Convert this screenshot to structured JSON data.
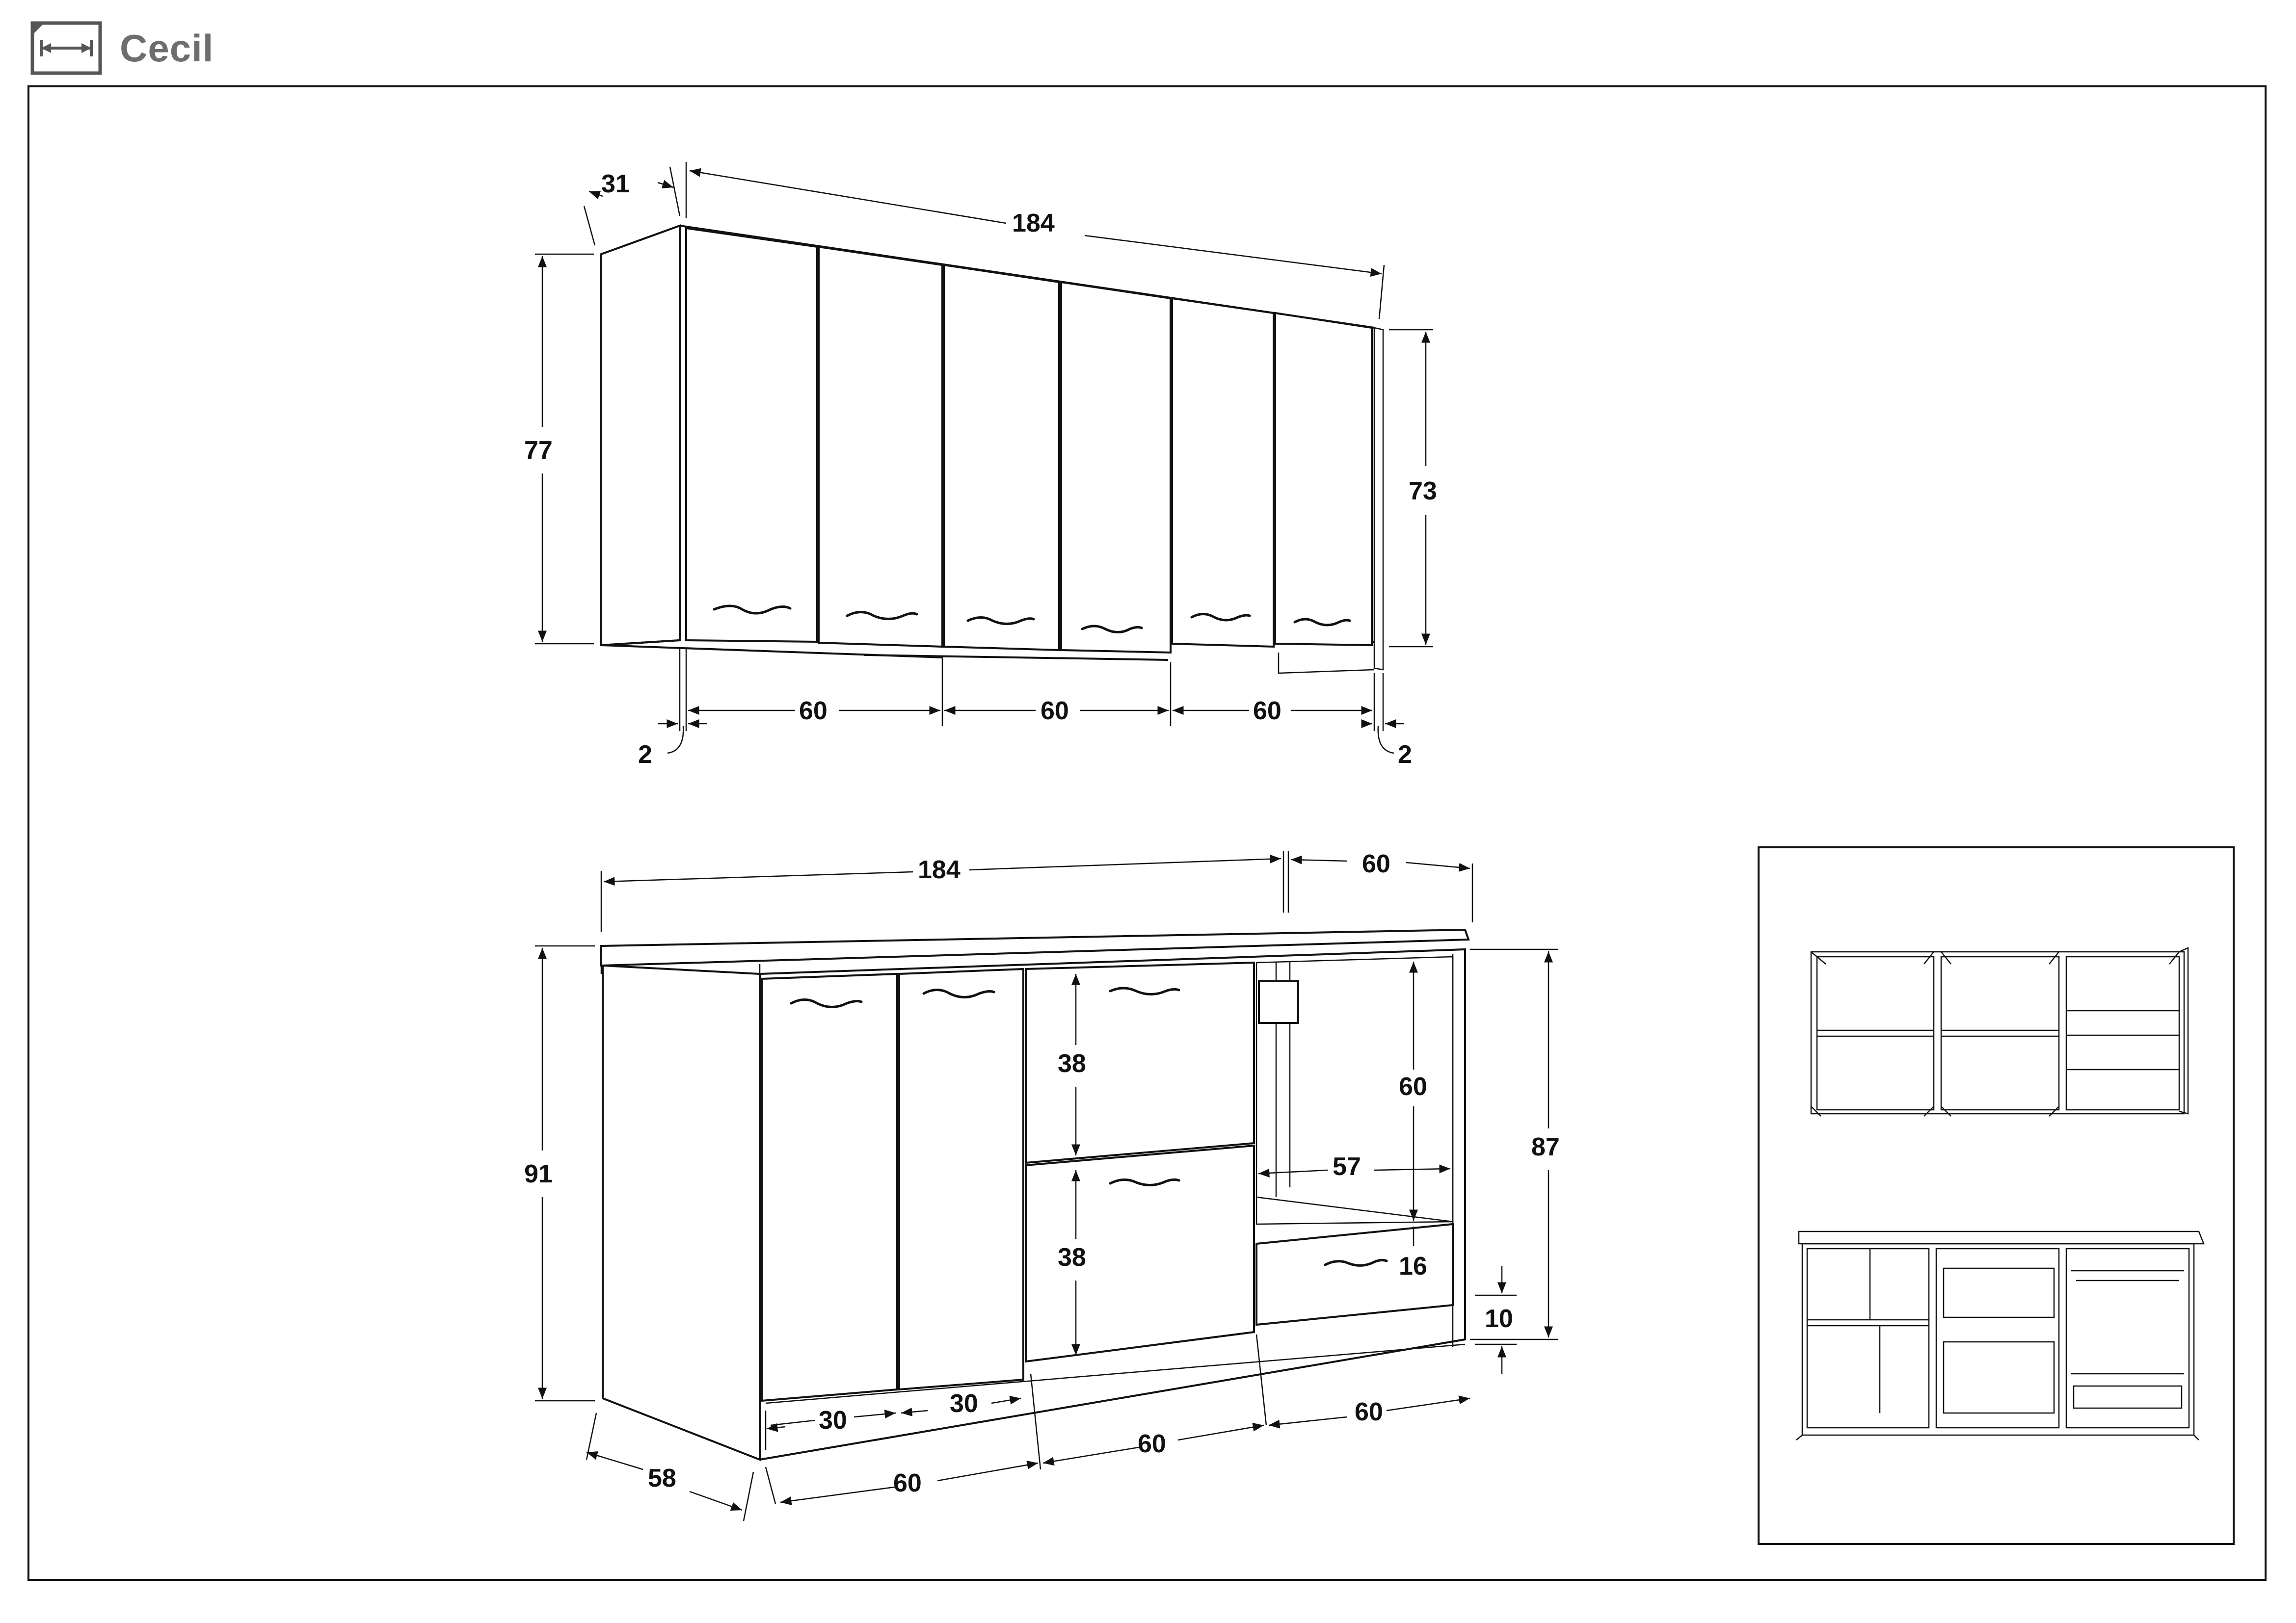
{
  "header": {
    "title": "Cecil",
    "icon": "dimensions-icon"
  },
  "wall_unit": {
    "depth": "31",
    "width": "184",
    "height_total": "77",
    "height_doors": "73",
    "section_widths": [
      "60",
      "60",
      "60"
    ],
    "gap_left": "2",
    "gap_right": "2"
  },
  "base_unit": {
    "width": "184",
    "side_depth": "60",
    "height_total": "91",
    "height_body": "87",
    "drawer_height_upper": "38",
    "drawer_height_lower": "38",
    "niche_height": "60",
    "niche_width": "57",
    "bottom_drawer_height": "16",
    "plinth_height": "10",
    "door_widths": [
      "30",
      "30"
    ],
    "section_widths": [
      "60",
      "60",
      "60"
    ],
    "depth": "58"
  },
  "thumbnails": [
    "open-wall-unit-preview",
    "open-base-unit-preview"
  ]
}
